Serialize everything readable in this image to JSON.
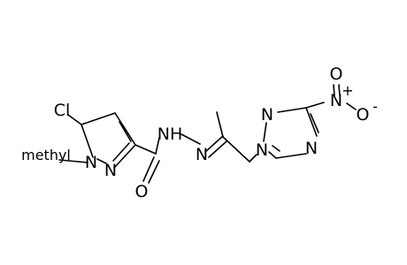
{
  "molecule": {
    "atoms": {
      "cl": "Cl",
      "methyl": "methyl",
      "n1_pyrazole": "N",
      "n2_pyrazole": "N",
      "o_carbonyl": "O",
      "nh": "NH",
      "n_imine": "N",
      "n1_triazole": "N",
      "n2_triazole": "N",
      "n4_triazole": "N",
      "n_nitro": "N",
      "nitro_plus": "+",
      "o_nitro_top": "O",
      "o_nitro_right": "O",
      "o_nitro_minus": "-"
    }
  }
}
